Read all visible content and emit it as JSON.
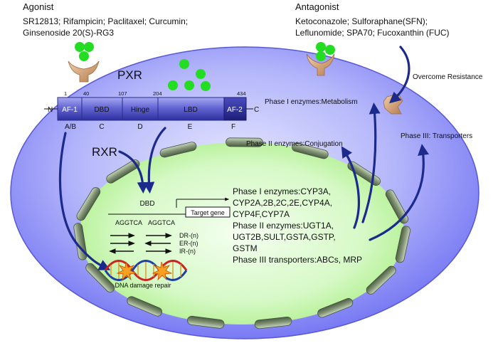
{
  "agonist": {
    "heading": "Agonist",
    "drugs_line1": "SR12813; Rifampicin; Paclitaxel; Curcumin;",
    "drugs_line2": "Ginsenoside 20(S)-RG3"
  },
  "antagonist": {
    "heading": "Antagonist",
    "drugs_line1": "Ketoconazole; Sulforaphane(SFN);",
    "drugs_line2": "Leflunomide; SPA70; Fucoxanthin (FUC)"
  },
  "overcome_resistance": "Overcome Resistance",
  "pxr": {
    "label": "PXR",
    "n_terminus": "N",
    "c_terminus": "C",
    "positions": [
      "1",
      "40",
      "107",
      "204",
      "434"
    ],
    "domains": [
      "AF-1",
      "DBD",
      "Hinge",
      "LBD",
      "AF-2"
    ],
    "regions": [
      "A/B",
      "C",
      "D",
      "E",
      "F"
    ]
  },
  "rxr_label": "RXR",
  "dna": {
    "dbd_label": "DBD",
    "target_gene": "Target gene",
    "motif_left": "AGGTCA",
    "motif_right": "AGGTCA",
    "repeats": [
      "DR-(n)",
      "ER-(n)",
      "IR-(n)"
    ],
    "damage_repair": "DNA damage repair"
  },
  "target_genes": [
    "Phase I enzymes:CYP3A,",
    "CYP2A,2B,2C,2E,CYP4A,",
    "CYP4F,CYP7A",
    "Phase II enzymes:UGT1A,",
    "UGT2B,SULT,GSTA,GSTP,",
    "GSTM",
    "Phase III transporters:ABCs, MRP"
  ],
  "outcomes": {
    "phase1": "Phase I enzymes:Metabolism",
    "phase2": "Phase II enzymes:Conjugation",
    "phase3": "Phase III: Transporters"
  },
  "colors": {
    "cell_center": "#e6e8ff",
    "cell_edge": "#6f70f2",
    "nucleus_center": "#f4fff0",
    "nucleus_edge": "#a9ee84",
    "pxr_bar": "#3232a8",
    "ligand": "#22dd22",
    "receptor": "#d9a77a",
    "arrow": "#1c2a8c"
  }
}
